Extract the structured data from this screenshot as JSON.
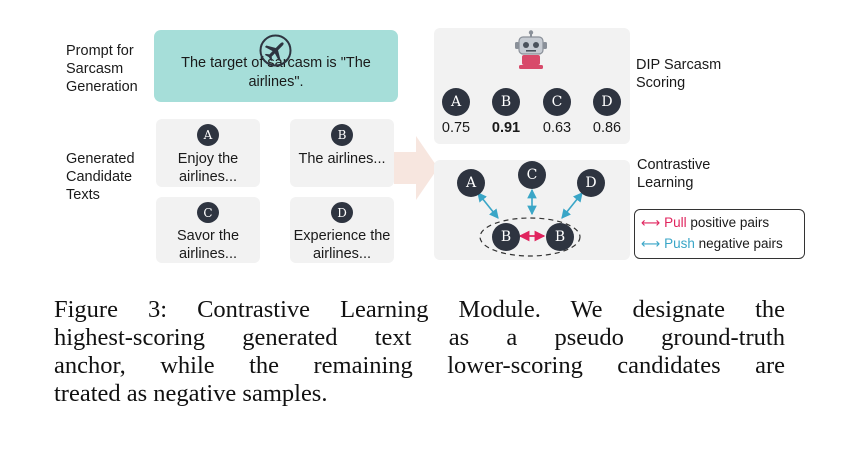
{
  "left_labels": {
    "prompt": [
      "Prompt for",
      "Sarcasm",
      "Generation"
    ],
    "candidates": [
      "Generated",
      "Candidate",
      "Texts"
    ]
  },
  "prompt_box": {
    "icon": "airplane-icon",
    "text_line1": "The target of sarcasm is \"The",
    "text_line2": "airlines\"."
  },
  "candidates": [
    {
      "id": "A",
      "line1": "Enjoy the",
      "line2": "airlines..."
    },
    {
      "id": "B",
      "line1": "The airlines...",
      "line2": ""
    },
    {
      "id": "C",
      "line1": "Savor the",
      "line2": "airlines..."
    },
    {
      "id": "D",
      "line1": "Experience the",
      "line2": "airlines..."
    }
  ],
  "scoring": {
    "label_line1": "DIP Sarcasm",
    "label_line2": "Scoring",
    "icon": "robot-icon",
    "items": [
      {
        "id": "A",
        "score": "0.75"
      },
      {
        "id": "B",
        "score": "0.91"
      },
      {
        "id": "C",
        "score": "0.63"
      },
      {
        "id": "D",
        "score": "0.86"
      }
    ]
  },
  "contrastive": {
    "label_line1": "Contrastive",
    "label_line2": "Learning",
    "nodes": [
      "A",
      "C",
      "D",
      "B",
      "B"
    ]
  },
  "legend": {
    "pull_word": "Pull",
    "pull_rest": " positive pairs",
    "push_word": "Push",
    "push_rest": " negative pairs"
  },
  "caption": {
    "line1": "Figure 3: Contrastive Learning Module. We designate the",
    "line2": "highest-scoring generated text as a pseudo ground-truth",
    "line3": "anchor, while the remaining lower-scoring candidates are",
    "line4": "treated as negative samples."
  },
  "colors": {
    "prompt_bg": "#a6ded9",
    "panel_bg": "#f2f2f2",
    "badge": "#2e3440",
    "pull": "#e0245e",
    "push": "#3aa6c7",
    "flow_arrow": "#f7e6df",
    "robot": "#d84a6a"
  }
}
